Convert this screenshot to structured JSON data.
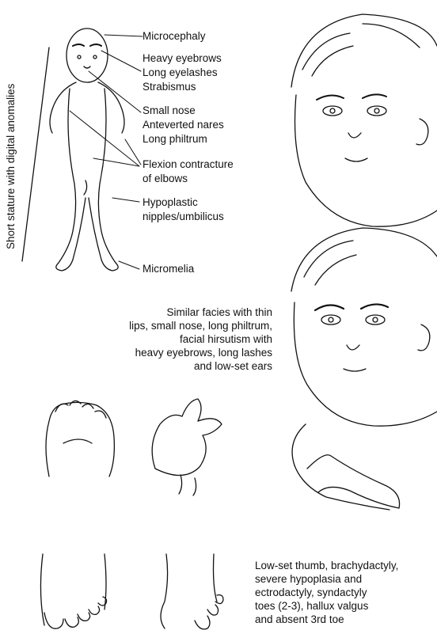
{
  "side_label": "Short stature with digital anomalies",
  "labels": {
    "microcephaly": "Microcephaly",
    "heavy_eyebrows": "Heavy eyebrows",
    "long_eyelashes": "Long eyelashes",
    "strabismus": "Strabismus",
    "small_nose": "Small nose",
    "anteverted_nares": "Anteverted nares",
    "long_philtrum": "Long philtrum",
    "flexion_1": "Flexion contracture",
    "flexion_2": "of elbows",
    "hypoplastic_1": "Hypoplastic",
    "hypoplastic_2": "nipples/umbilicus",
    "micromelia": "Micromelia"
  },
  "facies_text": [
    "Similar facies with thin",
    "lips, small nose, long philtrum,",
    "facial hirsutism with",
    "heavy eyebrows, long lashes",
    "and low-set ears"
  ],
  "limb_text": [
    "Low-set thumb, brachydactyly,",
    "severe hypoplasia and",
    "ectrodactyly, syndactyly",
    "toes (2-3), hallux valgus",
    "and absent 3rd toe"
  ]
}
